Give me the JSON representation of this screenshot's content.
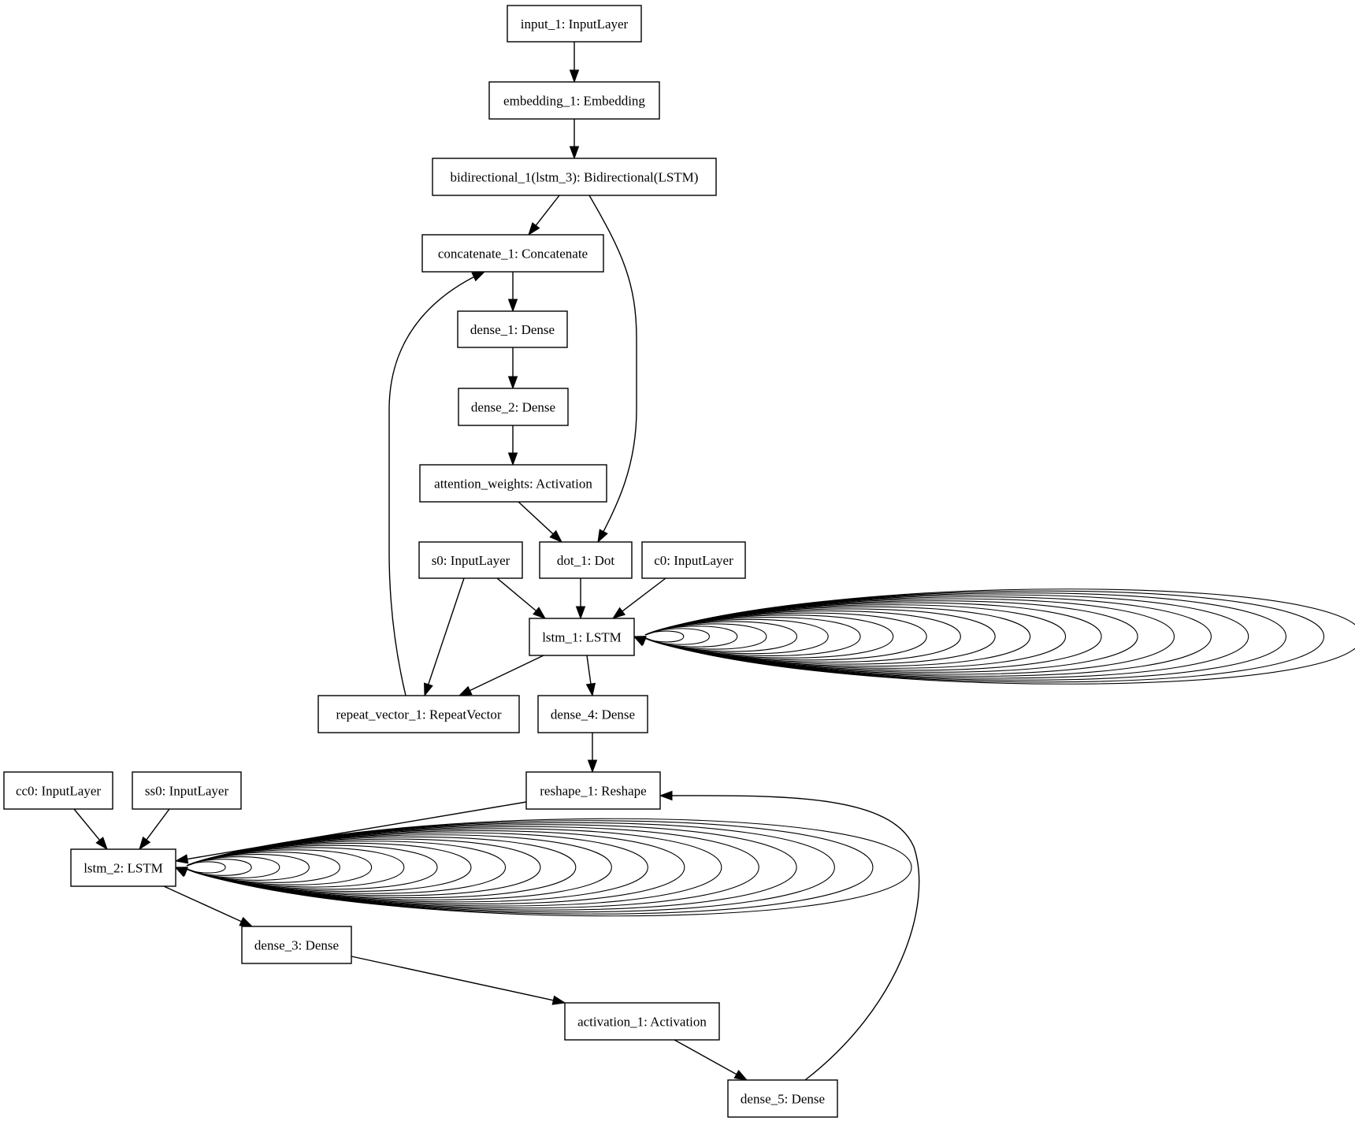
{
  "nodes": [
    {
      "id": "input_1",
      "label": "input_1: InputLayer"
    },
    {
      "id": "embedding_1",
      "label": "embedding_1: Embedding"
    },
    {
      "id": "bidirectional_1",
      "label": "bidirectional_1(lstm_3): Bidirectional(LSTM)"
    },
    {
      "id": "concatenate_1",
      "label": "concatenate_1: Concatenate"
    },
    {
      "id": "dense_1",
      "label": "dense_1: Dense"
    },
    {
      "id": "dense_2",
      "label": "dense_2: Dense"
    },
    {
      "id": "attention_weights",
      "label": "attention_weights: Activation"
    },
    {
      "id": "s0",
      "label": "s0: InputLayer"
    },
    {
      "id": "dot_1",
      "label": "dot_1: Dot"
    },
    {
      "id": "c0",
      "label": "c0: InputLayer"
    },
    {
      "id": "lstm_1",
      "label": "lstm_1: LSTM"
    },
    {
      "id": "repeat_vector_1",
      "label": "repeat_vector_1: RepeatVector"
    },
    {
      "id": "dense_4",
      "label": "dense_4: Dense"
    },
    {
      "id": "reshape_1",
      "label": "reshape_1: Reshape"
    },
    {
      "id": "cc0",
      "label": "cc0: InputLayer"
    },
    {
      "id": "ss0",
      "label": "ss0: InputLayer"
    },
    {
      "id": "lstm_2",
      "label": "lstm_2: LSTM"
    },
    {
      "id": "dense_3",
      "label": "dense_3: Dense"
    },
    {
      "id": "activation_1",
      "label": "activation_1: Activation"
    },
    {
      "id": "dense_5",
      "label": "dense_5: Dense"
    }
  ],
  "edges": [
    {
      "from": "input_1",
      "to": "embedding_1"
    },
    {
      "from": "embedding_1",
      "to": "bidirectional_1"
    },
    {
      "from": "bidirectional_1",
      "to": "concatenate_1"
    },
    {
      "from": "bidirectional_1",
      "to": "dot_1"
    },
    {
      "from": "concatenate_1",
      "to": "dense_1"
    },
    {
      "from": "dense_1",
      "to": "dense_2"
    },
    {
      "from": "dense_2",
      "to": "attention_weights"
    },
    {
      "from": "attention_weights",
      "to": "dot_1"
    },
    {
      "from": "dot_1",
      "to": "lstm_1"
    },
    {
      "from": "s0",
      "to": "lstm_1"
    },
    {
      "from": "c0",
      "to": "lstm_1"
    },
    {
      "from": "s0",
      "to": "repeat_vector_1"
    },
    {
      "from": "lstm_1",
      "to": "repeat_vector_1"
    },
    {
      "from": "repeat_vector_1",
      "to": "concatenate_1"
    },
    {
      "from": "lstm_1",
      "to": "dense_4"
    },
    {
      "from": "dense_4",
      "to": "reshape_1"
    },
    {
      "from": "reshape_1",
      "to": "lstm_2"
    },
    {
      "from": "cc0",
      "to": "lstm_2"
    },
    {
      "from": "ss0",
      "to": "lstm_2"
    },
    {
      "from": "lstm_2",
      "to": "dense_3"
    },
    {
      "from": "dense_3",
      "to": "activation_1"
    },
    {
      "from": "activation_1",
      "to": "dense_5"
    },
    {
      "from": "dense_5",
      "to": "reshape_1"
    }
  ],
  "self_loops": [
    {
      "node": "lstm_1",
      "count": 21
    },
    {
      "node": "lstm_2",
      "count": 21
    }
  ]
}
